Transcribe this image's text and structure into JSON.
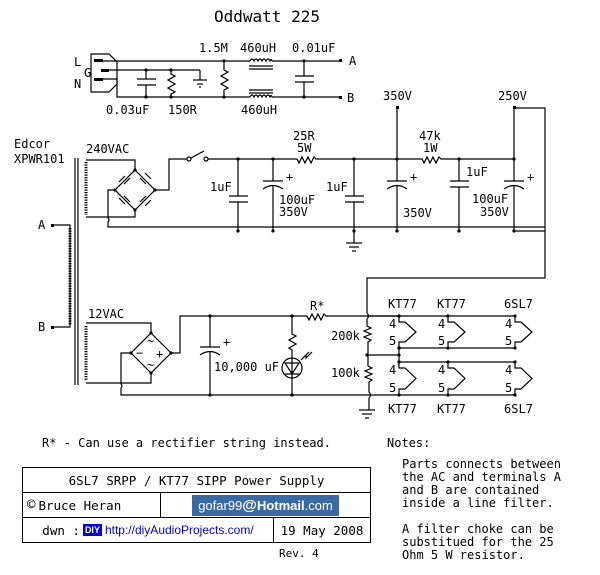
{
  "title": "Oddwatt 225",
  "line_filter": {
    "inlet_pins": [
      "L",
      "G",
      "N"
    ],
    "components": {
      "cap_inlet": "0.03uF",
      "res_ground": "150R",
      "res_bleed": "1.5M",
      "choke_top": "460uH",
      "choke_bottom": "460uH",
      "cap_out": "0.01uF"
    },
    "terminals": [
      "A",
      "B"
    ]
  },
  "transformer": {
    "brand": "Edcor",
    "model": "XPWR101",
    "primary_terminals": [
      "A",
      "B"
    ],
    "secondary_hv": "240VAC",
    "secondary_lv": "12VAC"
  },
  "hv_supply": {
    "cap1": "1uF",
    "cap2_value": "100uF",
    "cap2_voltage": "350V",
    "res1_value": "25R",
    "res1_power": "5W",
    "cap3": "1uF",
    "tap1": "350V",
    "cap4_voltage": "350V",
    "res2_value": "47k",
    "res2_power": "1W",
    "cap5": "1uF",
    "cap6_value": "100uF",
    "cap6_voltage": "350V",
    "tap2": "250V",
    "plus": "+"
  },
  "heater_supply": {
    "bridge_minus": "−",
    "bridge_plus": "+",
    "cap": "10,000 uF",
    "res_star": "R*",
    "divider_top": "200k",
    "divider_bottom": "100k",
    "tubes_top": [
      "KT77",
      "KT77",
      "6SL7"
    ],
    "tubes_bottom": [
      "KT77",
      "KT77",
      "6SL7"
    ],
    "pin_a": "4",
    "pin_b": "5"
  },
  "footnote": "R* - Can use a rectifier string instead.",
  "notes": {
    "heading": "Notes:",
    "note1": "Parts connects between\nthe AC and terminals A\nand B are contained\ninside a line filter.",
    "note2": "A filter choke can be\nsubstitued for the 25\nOhm 5 W resistor."
  },
  "title_block": {
    "project": "6SL7 SRPP / KT77 SIPP Power Supply",
    "copyright_symbol": "©",
    "author": "Bruce Heran",
    "email_user": "gofar99",
    "email_at": "@",
    "email_domain": "Hotmail",
    "email_tld": ".com",
    "drawn_label": "dwn :",
    "diy_badge": "DIY",
    "url": "http://diyAudioProjects.com/",
    "date": "19 May 2008",
    "revision": "Rev. 4"
  }
}
